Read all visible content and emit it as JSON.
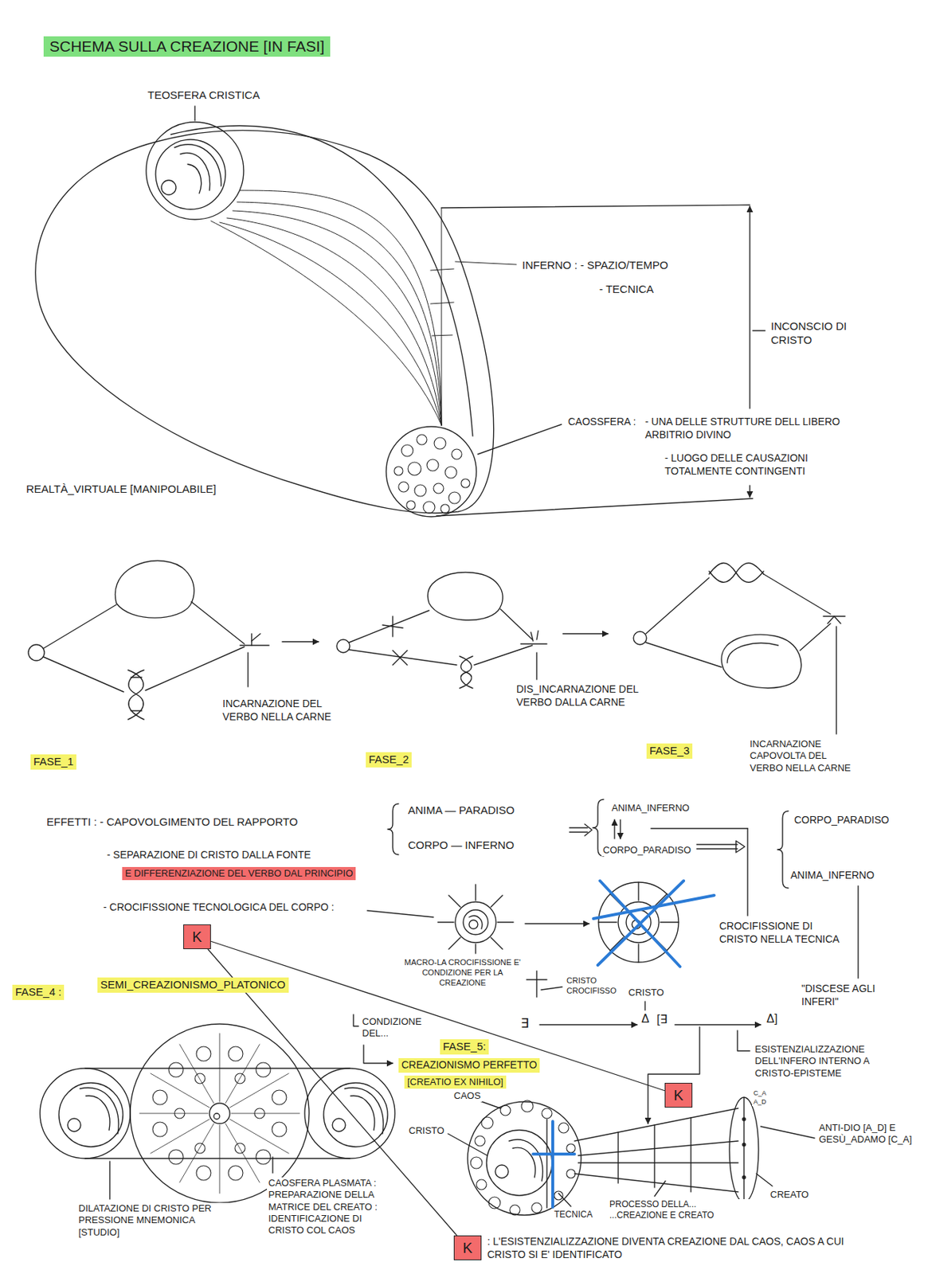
{
  "diagram": {
    "title": "SCHEMA SULLA CREAZIONE [IN FASI]",
    "nodes": [
      {
        "text": [
          "K"
        ]
      },
      {
        "text": [
          "K"
        ]
      },
      {
        "text": [
          "K"
        ]
      }
    ],
    "edges": [
      {
        "from": 0,
        "to": 1,
        "arrow": "none"
      },
      {
        "from": 0,
        "to": 2,
        "arrow": "none"
      }
    ],
    "labels": [
      "TEOSFERA CRISTICA",
      "INFERNO : - SPAZIO/TEMPO",
      "- TECNICA",
      "INCONSCIO DI CRISTO",
      "CAOSSFERA :",
      "- UNA DELLE STRUTTURE DELL LIBERO ARBITRIO DIVINO",
      "- LUOGO DELLE CAUSAZIONI TOTALMENTE CONTINGENTI",
      "REALTÀ_VIRTUALE [MANIPOLABILE]",
      "INCARNAZIONE DEL VERBO NELLA CARNE",
      "FASE_1",
      "DIS_INCARNAZIONE DEL VERBO DALLA CARNE",
      "FASE_2",
      "FASE_3",
      "INCARNAZIONE CAPOVOLTA DEL VERBO NELLA CARNE",
      "EFFETTI : - CAPOVOLGIMENTO DEL RAPPORTO",
      "ANIMA — PARADISO",
      "CORPO — INFERNO",
      "ANIMA_INFERNO",
      "CORPO_PARADISO",
      "CORPO_PARADISO",
      "ANIMA_INFERNO",
      "- SEPARAZIONE DI CRISTO DALLA FONTE",
      "E DIFFERENZIAZIONE DEL VERBO DAL PRINCIPIO",
      "- CROCIFISSIONE TECNOLOGICA DEL CORPO :",
      "MACRO-LA CROCIFISSIONE E' CONDIZIONE PER LA CREAZIONE",
      "CRISTO CROCIFISSO",
      "CROCIFISSIONE DI CRISTO NELLA TECNICA",
      "\"DISCESE AGLI INFERI\"",
      "FASE_4 :",
      "SEMI_CREAZIONISMO_PLATONICO",
      "CONDIZIONE DEL...",
      "FASE_5:",
      "CREAZIONISMO PERFETTO",
      "[CREATIO EX NIHILO]",
      "CRISTO",
      "∃",
      "Δ",
      "[∃",
      "Δ]",
      "ESISTENZIALIZZAZIONE DELL'INFERO INTERNO A CRISTO-EPISTEME",
      "CAOS",
      "CRISTO",
      "C_A",
      "A_D",
      "ANTI-DIO [A_D] E GESÙ_ADAMO [C_A]",
      "TECNICA",
      "PROCESSO DELLA... ...CREAZIONE E CREATO",
      "CREATO",
      "DILATAZIONE DI CRISTO PER PRESSIONE MNEMONICA [STUDIO]",
      "CAOSFERA PLASMATA : PREPARAZIONE DELLA MATRICE DEL CREATO : IDENTIFICAZIONE DI CRISTO COL CAOS",
      ": L'ESISTENZIALIZZAZIONE DIVENTA CREAZIONE DAL CAOS, CAOS A CUI CRISTO SI E' IDENTIFICATO"
    ]
  }
}
